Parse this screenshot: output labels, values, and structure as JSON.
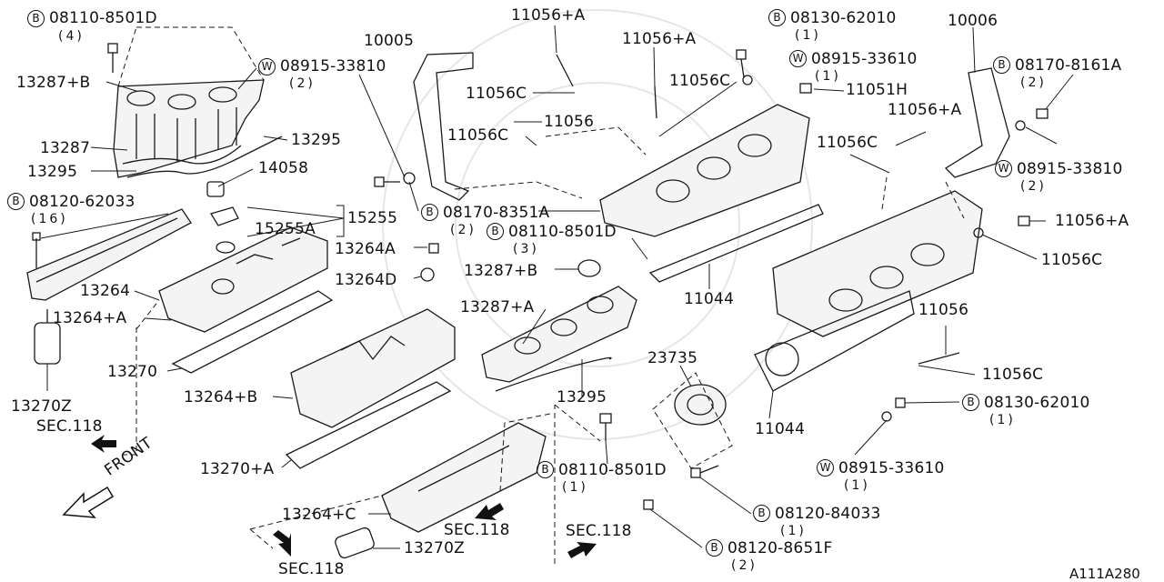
{
  "diagram": {
    "callouts": [
      {
        "id": "c01",
        "text": "08110-8501D",
        "badge": "B",
        "qty": "(4)"
      },
      {
        "id": "c02",
        "text": "13287+B"
      },
      {
        "id": "c03",
        "text": "08915-33810",
        "badge": "W",
        "qty": "(2)"
      },
      {
        "id": "c04",
        "text": "13287"
      },
      {
        "id": "c05",
        "text": "13295"
      },
      {
        "id": "c06",
        "text": "13295"
      },
      {
        "id": "c07",
        "text": "14058"
      },
      {
        "id": "c08",
        "text": "08120-62033",
        "badge": "B",
        "qty": "(16)"
      },
      {
        "id": "c09",
        "text": "15255"
      },
      {
        "id": "c10",
        "text": "15255A"
      },
      {
        "id": "c11",
        "text": "08170-8351A",
        "badge": "B",
        "qty": "(2)"
      },
      {
        "id": "c12",
        "text": "10005"
      },
      {
        "id": "c13",
        "text": "11056+A"
      },
      {
        "id": "c14",
        "text": "11056+A"
      },
      {
        "id": "c15",
        "text": "08130-62010",
        "badge": "B",
        "qty": "(1)"
      },
      {
        "id": "c16",
        "text": "08915-33610",
        "badge": "W",
        "qty": "(1)"
      },
      {
        "id": "c17",
        "text": "10006"
      },
      {
        "id": "c18",
        "text": "08170-8161A",
        "badge": "B",
        "qty": "(2)"
      },
      {
        "id": "c19",
        "text": "11056C"
      },
      {
        "id": "c20",
        "text": "11056C"
      },
      {
        "id": "c21",
        "text": "11051H"
      },
      {
        "id": "c22",
        "text": "11056"
      },
      {
        "id": "c23",
        "text": "11056C"
      },
      {
        "id": "c24",
        "text": "11056+A"
      },
      {
        "id": "c25",
        "text": "11056C"
      },
      {
        "id": "c26",
        "text": "08915-33810",
        "badge": "W",
        "qty": "(2)"
      },
      {
        "id": "c27",
        "text": "11056+A"
      },
      {
        "id": "c28",
        "text": "11056C"
      },
      {
        "id": "c29",
        "text": "08110-8501D",
        "badge": "B",
        "qty": "(3)"
      },
      {
        "id": "c30",
        "text": "13264A"
      },
      {
        "id": "c31",
        "text": "13264D"
      },
      {
        "id": "c32",
        "text": "13287+B"
      },
      {
        "id": "c33",
        "text": "13264"
      },
      {
        "id": "c34",
        "text": "13264+A"
      },
      {
        "id": "c35",
        "text": "11044"
      },
      {
        "id": "c36",
        "text": "13287+A"
      },
      {
        "id": "c37",
        "text": "11056"
      },
      {
        "id": "c38",
        "text": "13270"
      },
      {
        "id": "c39",
        "text": "13264+B"
      },
      {
        "id": "c40",
        "text": "23735"
      },
      {
        "id": "c41",
        "text": "11056C"
      },
      {
        "id": "c42",
        "text": "13295"
      },
      {
        "id": "c43",
        "text": "13270Z"
      },
      {
        "id": "c44",
        "text": "SEC.118"
      },
      {
        "id": "c45",
        "text": "08130-62010",
        "badge": "B",
        "qty": "(1)"
      },
      {
        "id": "c46",
        "text": "11044"
      },
      {
        "id": "c47",
        "text": "13270+A"
      },
      {
        "id": "c48",
        "text": "08110-8501D",
        "badge": "B",
        "qty": "(1)"
      },
      {
        "id": "c49",
        "text": "08915-33610",
        "badge": "W",
        "qty": "(1)"
      },
      {
        "id": "c50",
        "text": "13264+C"
      },
      {
        "id": "c51",
        "text": "08120-84033",
        "badge": "B",
        "qty": "(1)"
      },
      {
        "id": "c52",
        "text": "SEC.118"
      },
      {
        "id": "c53",
        "text": "SEC.118"
      },
      {
        "id": "c54",
        "text": "13270Z"
      },
      {
        "id": "c55",
        "text": "08120-8651F",
        "badge": "B",
        "qty": "(2)"
      },
      {
        "id": "c56",
        "text": "SEC.118"
      }
    ],
    "front_label": "FRONT",
    "figure_code": "A111A280"
  }
}
